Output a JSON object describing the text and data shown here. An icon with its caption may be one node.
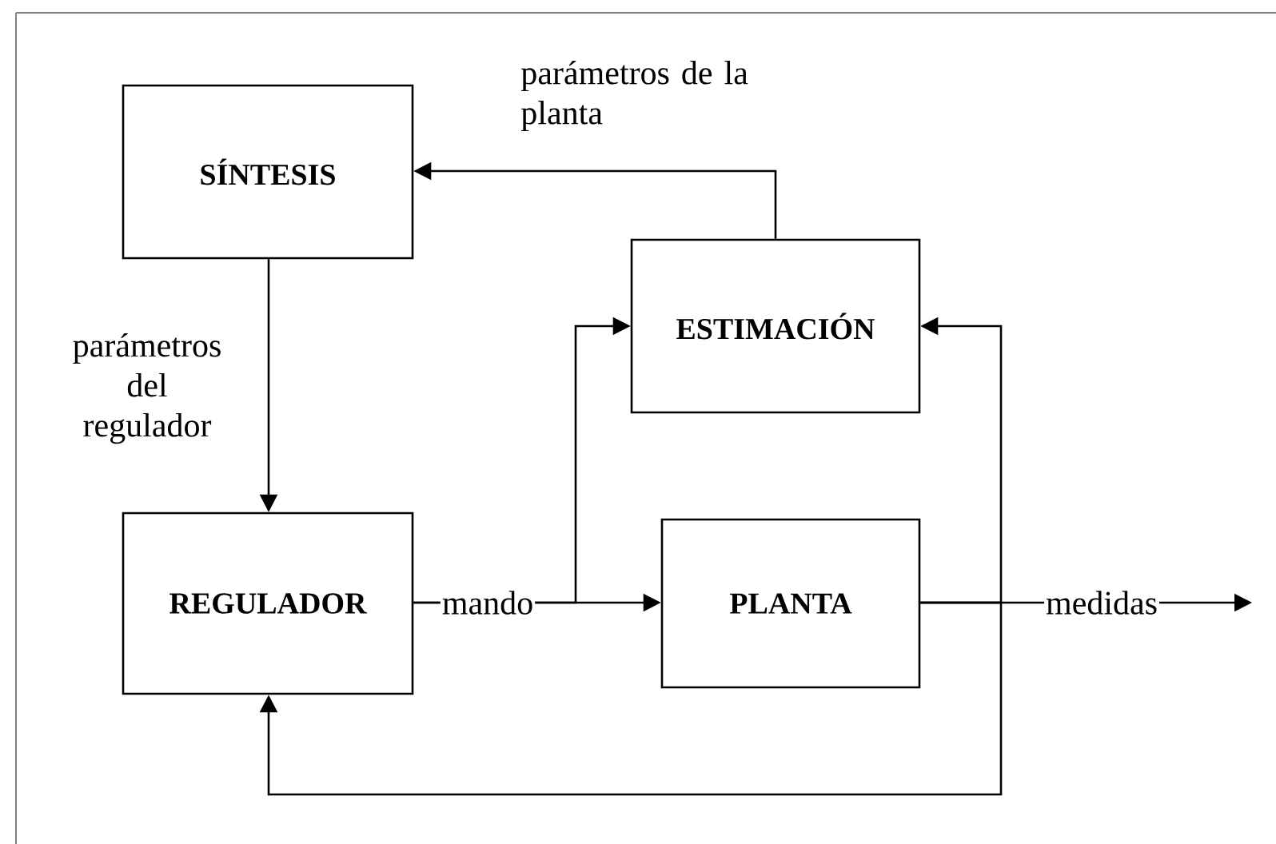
{
  "diagram": {
    "nodes": [
      {
        "text": [
          "SÍNTESIS"
        ]
      },
      {
        "text": [
          "ESTIMACIÓN"
        ]
      },
      {
        "text": [
          "REGULADOR"
        ]
      },
      {
        "text": [
          "PLANTA"
        ]
      }
    ],
    "edges": [
      {
        "from": 0,
        "to": 2,
        "arrow": "to",
        "label": "parámetros del regulador"
      },
      {
        "from": 1,
        "to": 0,
        "arrow": "to",
        "label": "parámetros de la planta"
      },
      {
        "from": 2,
        "to": 3,
        "arrow": "to",
        "label": "mando"
      },
      {
        "from": 2,
        "to": 1,
        "arrow": "to"
      },
      {
        "from": 3,
        "to": null,
        "arrow": "to",
        "label": "medidas"
      },
      {
        "from": 3,
        "to": 1,
        "arrow": "to"
      },
      {
        "from": 3,
        "to": 2,
        "arrow": "to"
      }
    ]
  }
}
